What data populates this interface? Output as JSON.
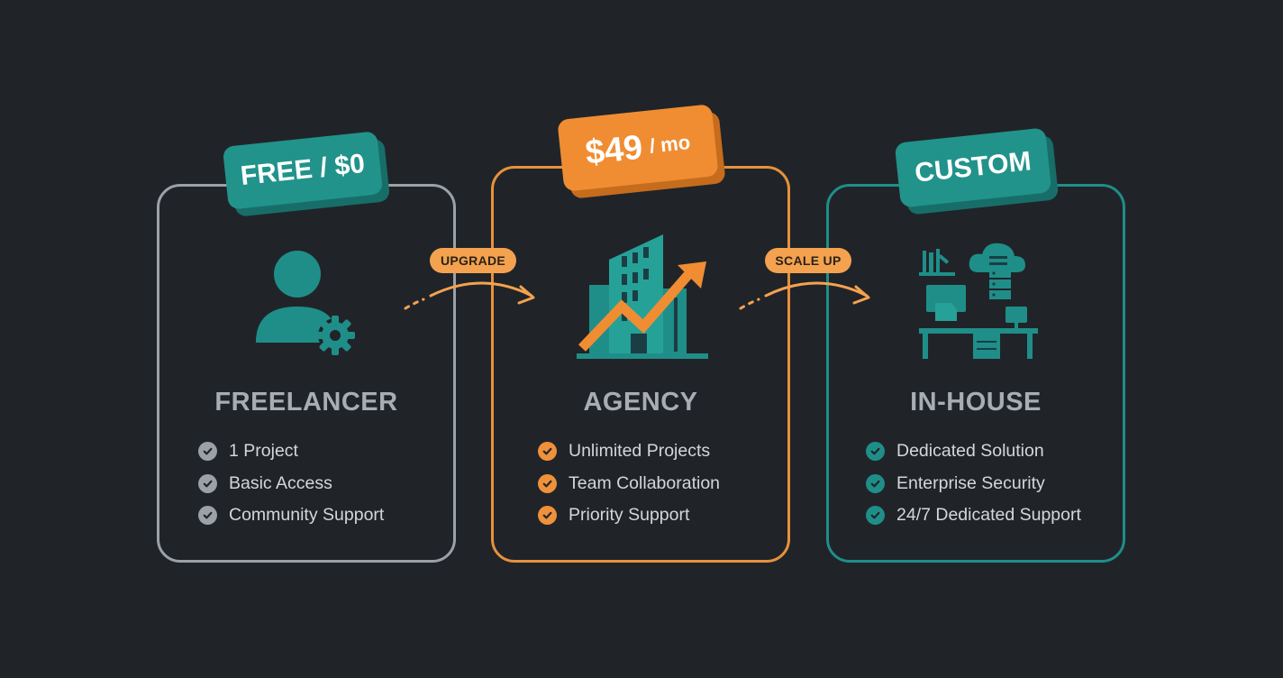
{
  "plans": [
    {
      "id": "freelancer",
      "price": "FREE / $0",
      "title": "FREELANCER",
      "features": [
        "1 Project",
        "Basic Access",
        "Community Support"
      ],
      "accent": "#9ba1a7",
      "icon": "user-gear-icon"
    },
    {
      "id": "agency",
      "price": "$49",
      "price_suffix": "/ mo",
      "title": "AGENCY",
      "features": [
        "Unlimited Projects",
        "Team Collaboration",
        "Priority Support"
      ],
      "accent": "#e8913a",
      "icon": "building-growth-icon"
    },
    {
      "id": "in-house",
      "price": "CUSTOM",
      "title": "IN-HOUSE",
      "features": [
        "Dedicated Solution",
        "Enterprise Security",
        "24/7 Dedicated Support"
      ],
      "accent": "#1f8e88",
      "icon": "office-cloud-server-icon"
    }
  ],
  "transitions": [
    {
      "label": "UPGRADE",
      "from": "freelancer",
      "to": "agency"
    },
    {
      "label": "SCALE UP",
      "from": "agency",
      "to": "in-house"
    }
  ],
  "colors": {
    "background": "#202429",
    "teal": "#21938b",
    "orange": "#f08d32",
    "gray": "#9ba1a7"
  }
}
